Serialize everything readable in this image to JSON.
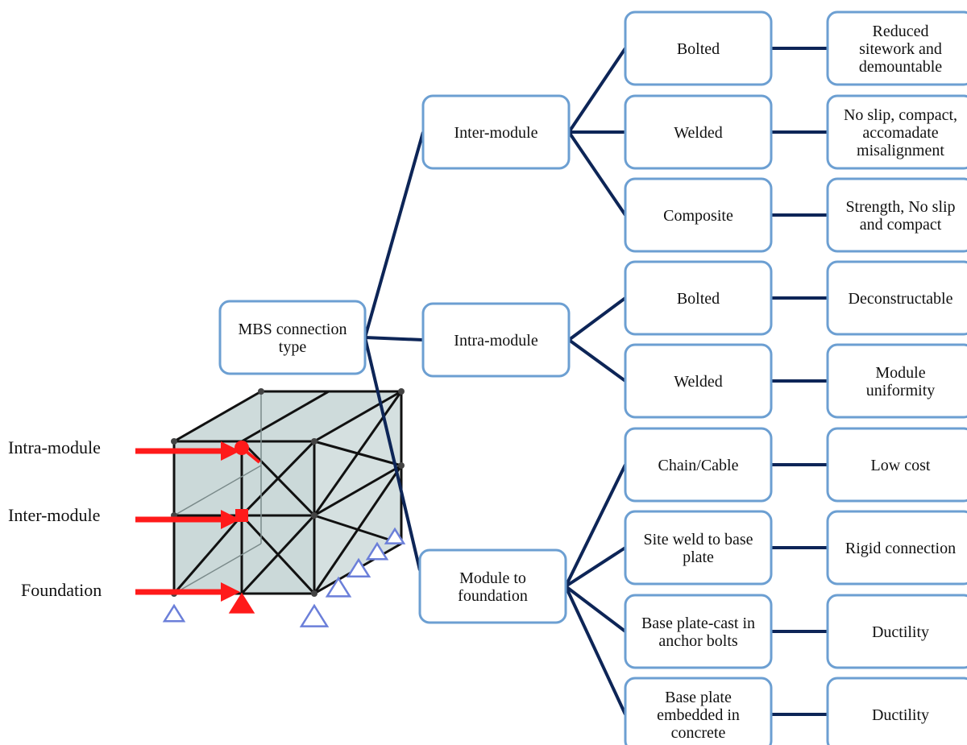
{
  "root": {
    "label": [
      "MBS connection",
      "type"
    ]
  },
  "groups": [
    {
      "label": [
        "Inter-module"
      ],
      "children": [
        {
          "type": [
            "Bolted"
          ],
          "benefit": [
            "Reduced",
            "sitework and",
            "demountable"
          ]
        },
        {
          "type": [
            "Welded"
          ],
          "benefit": [
            "No slip, compact,",
            "accomadate",
            "misalignment"
          ]
        },
        {
          "type": [
            "Composite"
          ],
          "benefit": [
            "Strength, No slip",
            "and compact"
          ]
        }
      ]
    },
    {
      "label": [
        "Intra-module"
      ],
      "children": [
        {
          "type": [
            "Bolted"
          ],
          "benefit": [
            "Deconstructable"
          ]
        },
        {
          "type": [
            "Welded"
          ],
          "benefit": [
            "Module",
            "uniformity"
          ]
        }
      ]
    },
    {
      "label": [
        "Module to",
        "foundation"
      ],
      "children": [
        {
          "type": [
            "Chain/Cable"
          ],
          "benefit": [
            "Low cost"
          ]
        },
        {
          "type": [
            "Site weld to base",
            "plate"
          ],
          "benefit": [
            "Rigid connection"
          ]
        },
        {
          "type": [
            "Base plate-cast in",
            "anchor bolts"
          ],
          "benefit": [
            "Ductility"
          ]
        },
        {
          "type": [
            "Base plate",
            "embedded in",
            "concrete"
          ],
          "benefit": [
            "Ductility"
          ]
        }
      ]
    }
  ],
  "frame_labels": {
    "intra": "Intra-module",
    "inter": "Inter-module",
    "foundation": "Foundation"
  },
  "colors": {
    "box_border": "#6c9fd2",
    "connector": "#0d2557",
    "arrow": "#ff1a1a",
    "panel": "#b9cccc",
    "frame_line": "#111111",
    "support": "#6b7fd9"
  }
}
